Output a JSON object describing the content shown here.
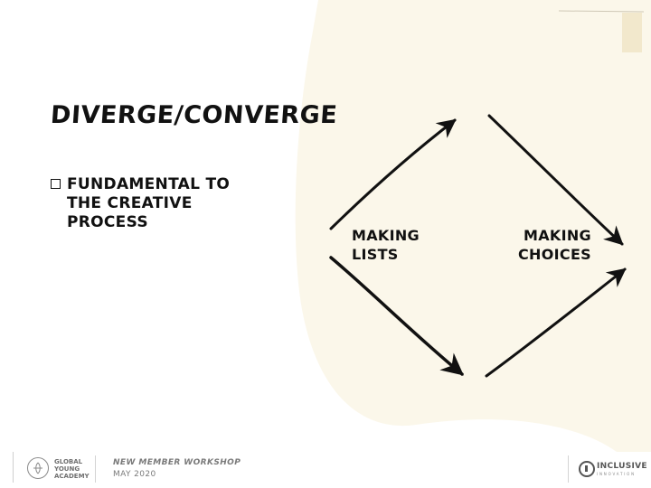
{
  "slide": {
    "title": "DIVERGE/CONVERGE",
    "bullets": [
      {
        "text": "FUNDAMENTAL TO THE CREATIVE PROCESS"
      }
    ]
  },
  "diagram": {
    "left_label": "MAKING\nLISTS",
    "right_label": "MAKING\nCHOICES"
  },
  "footer": {
    "org_name": "GLOBAL\nYOUNG\nACADEMY",
    "workshop": "NEW MEMBER WORKSHOP",
    "date": "MAY 2020",
    "partner_name": "INCLUSIVE",
    "partner_sub": "INNOVATION"
  },
  "colors": {
    "background": "#ffffff",
    "panel": "#fbf7ea",
    "ink": "#111111"
  }
}
